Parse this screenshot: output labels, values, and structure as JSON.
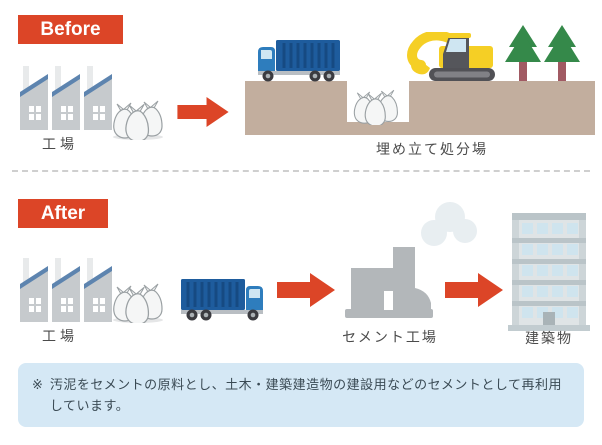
{
  "before": {
    "badge": "Before",
    "factory_label": "工場",
    "landfill_label": "埋め立て処分場"
  },
  "after": {
    "badge": "After",
    "factory_label": "工場",
    "cement_label": "セメント工場",
    "building_label": "建築物"
  },
  "note": {
    "marker": "※",
    "line1": "汚泥をセメントの原料とし、土木・建築建造物の建設用などのセメントとして再利用",
    "line2": "しています。"
  },
  "colors": {
    "accent_red": "#dc4527",
    "ground_tan": "#c2ae9e",
    "note_bg": "#d5e8f5",
    "note_text": "#3a4a54",
    "factory_gray": "#c6cacd",
    "roof_blue": "#5d84af",
    "truck_cab_blue": "#2e7dbd",
    "truck_cargo_blue": "#1e5c9d",
    "excavator_yellow": "#f5cf25",
    "tree_green": "#35894a",
    "trunk_red": "#a15a63",
    "cement_gray": "#b3b7ba",
    "smoke_gray": "#e8eef1",
    "building_gray": "#dfe4e6",
    "window_blue": "#cfe4ee"
  },
  "icons": [
    "factory-icon",
    "waste-bags-icon",
    "arrow-right-icon",
    "dump-truck-icon",
    "landfill-ground",
    "excavator-icon",
    "tree-icon",
    "cement-plant-icon",
    "smoke-icon",
    "building-icon"
  ]
}
